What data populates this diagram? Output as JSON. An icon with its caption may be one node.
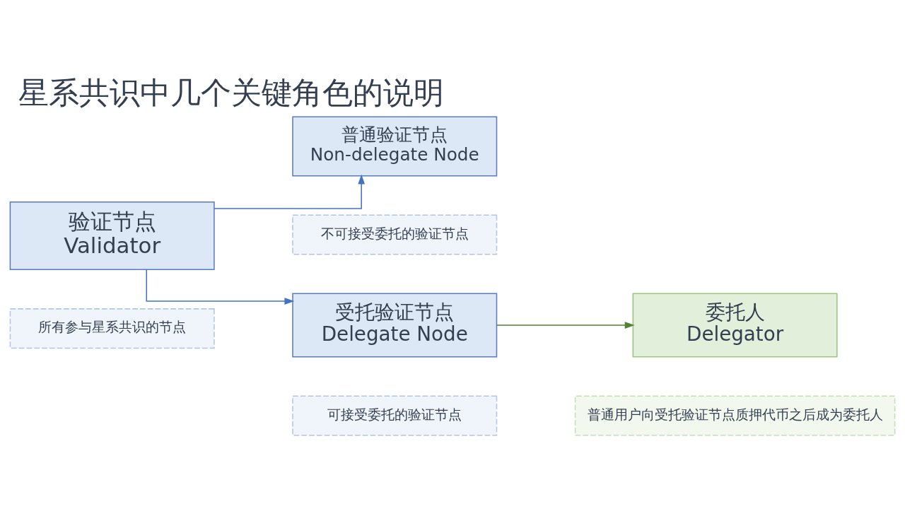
{
  "diagram": {
    "title": "星系共识中几个关键角色的说明",
    "nodes": [
      {
        "text": [
          "验证节点",
          "Validator"
        ]
      },
      {
        "text": [
          "所有参与星系共识的节点"
        ]
      },
      {
        "text": [
          "普通验证节点",
          "Non-delegate Node"
        ]
      },
      {
        "text": [
          "不可接受委托的验证节点"
        ]
      },
      {
        "text": [
          "受托验证节点",
          "Delegate Node"
        ]
      },
      {
        "text": [
          "可接受委托的验证节点"
        ]
      },
      {
        "text": [
          "委托人",
          "Delegator"
        ]
      },
      {
        "text": [
          "普通用户向受托验证节点质押代币之后成为委托人"
        ]
      }
    ],
    "edges": [
      {
        "from": 0,
        "to": 2,
        "arrow": "to"
      },
      {
        "from": 0,
        "to": 4,
        "arrow": "to"
      },
      {
        "from": 4,
        "to": 6,
        "arrow": "to",
        "color": "#548235"
      }
    ]
  }
}
